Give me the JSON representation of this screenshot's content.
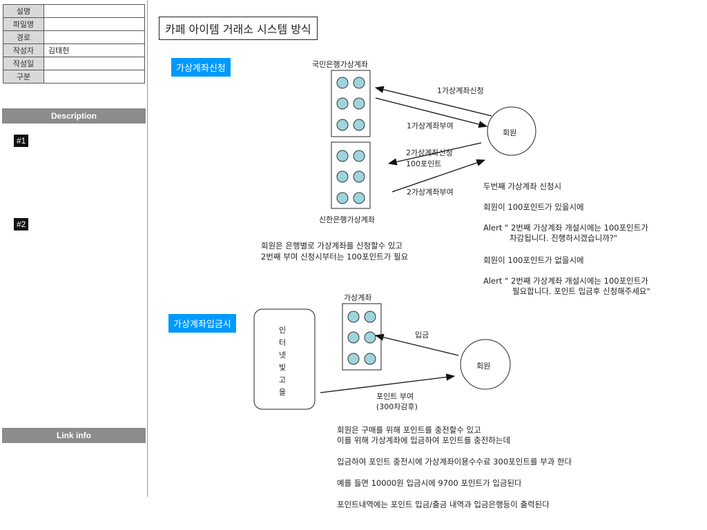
{
  "meta": {
    "rows": [
      {
        "key": "설명",
        "value": ""
      },
      {
        "key": "파일명",
        "value": ""
      },
      {
        "key": "경로",
        "value": ""
      },
      {
        "key": "작성자",
        "value": "김태헌"
      },
      {
        "key": "작성일",
        "value": ""
      },
      {
        "key": "구분",
        "value": ""
      }
    ]
  },
  "sidebar": {
    "description_header": "Description",
    "tag1": "#1",
    "tag2": "#2",
    "link_header": "Link info"
  },
  "title": "카페 아이템 거래소 시스템 방식",
  "section1": {
    "button": "가상계좌신청",
    "bank1": "국민은행가상계좌",
    "bank2": "신한은행가상계좌",
    "member": "회원",
    "arrow1": "1가상계좌신청",
    "arrow2": "1가상계좌부여",
    "arrow3a": "2가상계좌신청",
    "arrow3b": "100포인트",
    "arrow4": "2가상계좌부여",
    "note_lines": [
      "회원은 은행별로 가상계좌를 신청할수 있고",
      "2번째 부여 신청시부터는 100포인트가 필요"
    ],
    "right_notes": {
      "l1": "두번째 가상계좌 신청시",
      "l2": "회원이 100포인트가 있을시에",
      "l3": "Alert \" 2번째 가상계좌 개설시에는 100포인트가",
      "l4": "차감됩니다. 진행하시겠습니까?\"",
      "l5": "회원이 100포인트가 없을시에",
      "l6": "Alert \" 2번째 가상계좌 개설시에는 100포인트가",
      "l7": "필요합니다. 포인트 입금후 신청해주세요\""
    }
  },
  "section2": {
    "button": "가상계좌입금시",
    "account": "가상계좌",
    "internet": [
      "인",
      "터",
      "넷",
      "빛",
      "고",
      "을"
    ],
    "member": "회원",
    "deposit": "입금",
    "point1": "포인트 부여",
    "point2": "(300차감후)",
    "notes": {
      "n1": "회원은 구매를 위해 포인트를 충전할수 있고",
      "n2": "이를 위해 가상계좌에 입금하여 포인트를 충전하는데",
      "n3": "입금하여 포인트 충전시에 가상계좌이용수수료 300포인트를 부과 한다",
      "n4": "예를 들면 10000원 입금시에  9700 포인트가 입금된다",
      "n5": "포인트내역에는 포인트 입금/출금 내역과 입금은행등이 출력된다"
    }
  },
  "colors": {
    "accent": "#0099ff",
    "dot": "#9fd4dc"
  }
}
